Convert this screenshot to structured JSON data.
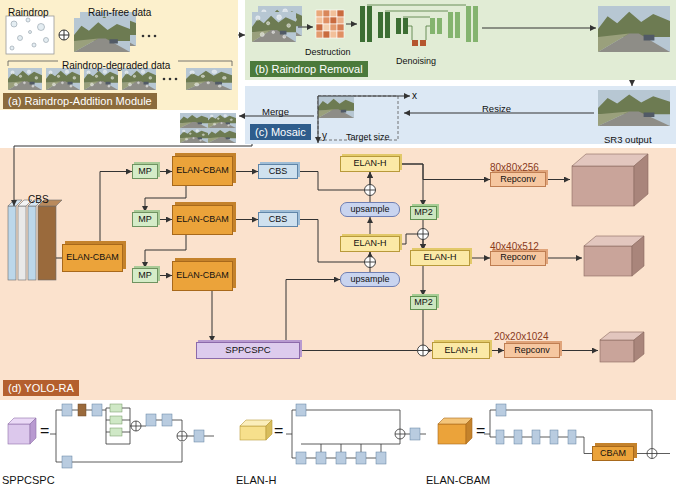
{
  "diagram": {
    "nodes": [
      {
        "text": [
          "(a) Raindrop-Addition Module"
        ]
      },
      {
        "text": [
          "(b) Raindrop Removal"
        ]
      },
      {
        "text": [
          "(c) Mosaic"
        ]
      },
      {
        "text": [
          "(d) YOLO-RA"
        ]
      },
      {
        "text": [
          "CBS"
        ],
        "in": 3
      },
      {
        "text": [
          "ELAN-CBAM"
        ],
        "in": 3
      },
      {
        "text": [
          "MP"
        ],
        "in": 3
      },
      {
        "text": [
          "ELAN-CBAM"
        ],
        "in": 3
      },
      {
        "text": [
          "CBS"
        ],
        "in": 3
      },
      {
        "text": [
          "MP"
        ],
        "in": 3
      },
      {
        "text": [
          "ELAN-CBAM"
        ],
        "in": 3
      },
      {
        "text": [
          "CBS"
        ],
        "in": 3
      },
      {
        "text": [
          "MP"
        ],
        "in": 3
      },
      {
        "text": [
          "ELAN-CBAM"
        ],
        "in": 3
      },
      {
        "text": [
          "SPPCSPC"
        ],
        "in": 3
      },
      {
        "text": [
          "ELAN-H"
        ],
        "in": 3
      },
      {
        "text": [
          "upsample"
        ],
        "in": 3
      },
      {
        "text": [
          "ELAN-H"
        ],
        "in": 3
      },
      {
        "text": [
          "upsample"
        ],
        "in": 3
      },
      {
        "text": [
          "MP2"
        ],
        "in": 3
      },
      {
        "text": [
          "ELAN-H"
        ],
        "in": 3
      },
      {
        "text": [
          "MP2"
        ],
        "in": 3
      },
      {
        "text": [
          "ELAN-H"
        ],
        "in": 3
      },
      {
        "text": [
          "Repconv"
        ],
        "in": 3
      },
      {
        "text": [
          "Repconv"
        ],
        "in": 3
      },
      {
        "text": [
          "Repconv"
        ],
        "in": 3
      },
      {
        "text": [
          "CBAM"
        ]
      }
    ],
    "edges": [
      {
        "from": 0,
        "to": 1,
        "arrow": "to"
      },
      {
        "from": 1,
        "to": 2,
        "arrow": "to"
      },
      {
        "from": 2,
        "to": 4,
        "arrow": "to"
      },
      {
        "from": 4,
        "to": 5,
        "arrow": "none"
      },
      {
        "from": 5,
        "to": 6,
        "arrow": "to"
      },
      {
        "from": 6,
        "to": 7,
        "arrow": "to"
      },
      {
        "from": 7,
        "to": 8,
        "arrow": "to"
      },
      {
        "from": 7,
        "to": 9,
        "arrow": "to"
      },
      {
        "from": 9,
        "to": 10,
        "arrow": "to"
      },
      {
        "from": 10,
        "to": 11,
        "arrow": "to"
      },
      {
        "from": 10,
        "to": 12,
        "arrow": "to"
      },
      {
        "from": 12,
        "to": 13,
        "arrow": "to"
      },
      {
        "from": 13,
        "to": 14,
        "arrow": "to"
      },
      {
        "from": 8,
        "to": 15,
        "arrow": "to"
      },
      {
        "from": 16,
        "to": 15,
        "arrow": "to"
      },
      {
        "from": 17,
        "to": 16,
        "arrow": "to"
      },
      {
        "from": 11,
        "to": 17,
        "arrow": "to"
      },
      {
        "from": 18,
        "to": 17,
        "arrow": "to"
      },
      {
        "from": 14,
        "to": 18,
        "arrow": "to"
      },
      {
        "from": 15,
        "to": 23,
        "arrow": "to"
      },
      {
        "from": 15,
        "to": 19,
        "arrow": "to"
      },
      {
        "from": 19,
        "to": 20,
        "arrow": "to"
      },
      {
        "from": 17,
        "to": 20,
        "arrow": "to"
      },
      {
        "from": 20,
        "to": 24,
        "arrow": "to"
      },
      {
        "from": 20,
        "to": 21,
        "arrow": "to"
      },
      {
        "from": 21,
        "to": 22,
        "arrow": "to"
      },
      {
        "from": 14,
        "to": 22,
        "arrow": "to"
      },
      {
        "from": 22,
        "to": 25,
        "arrow": "to"
      }
    ],
    "labels": [
      "Raindrop",
      "Rain-free data",
      "Raindrop-degraded data",
      "Destruction",
      "Denoising",
      "Merge",
      "Resize",
      "x",
      "y",
      "Target size",
      "SR3 output",
      "80x80x256",
      "40x40x512",
      "20x20x1024",
      "=",
      "SPPCSPC",
      "=",
      "ELAN-H",
      "=",
      "ELAN-CBAM"
    ]
  }
}
